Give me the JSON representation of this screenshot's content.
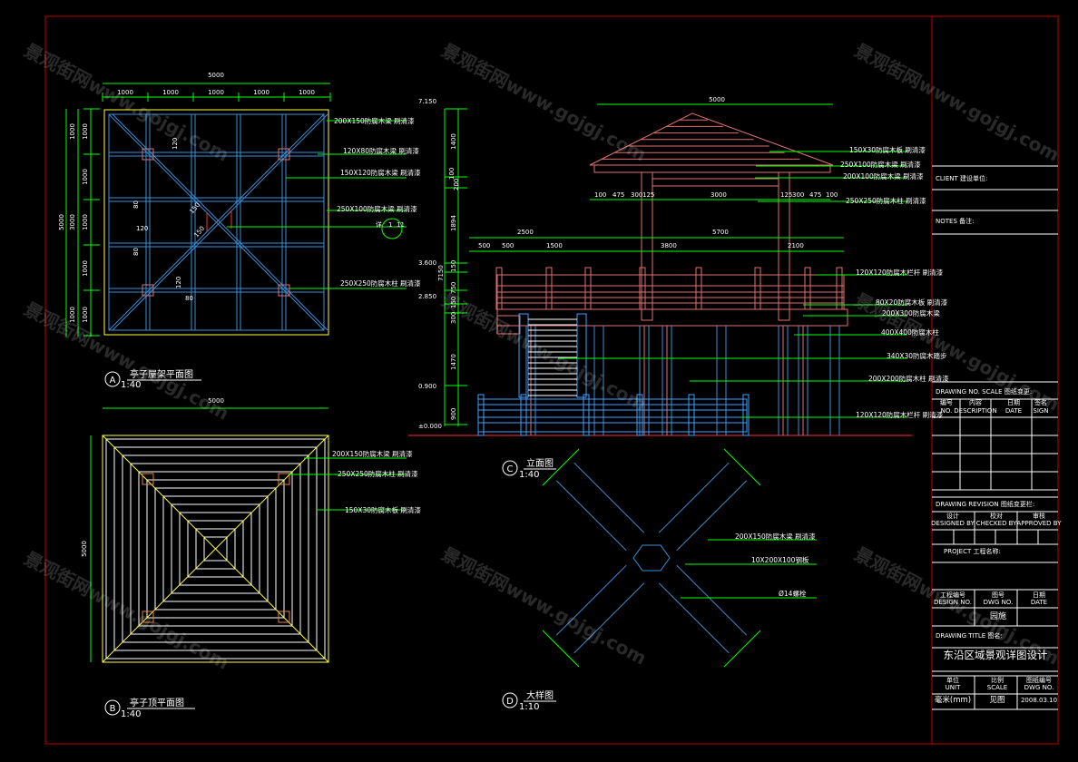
{
  "colors": {
    "frame": "#c00000",
    "dim": "#00ff00",
    "plan": "#3a8fd8",
    "wood": "#e07070",
    "yellow": "#ffff40",
    "white": "#ffffff",
    "cyan": "#40a0ff"
  },
  "watermark": "景观街网www.gojgj.com",
  "plan_a": {
    "marker": "A",
    "title": "亭子屋架平面图",
    "scale": "1:40",
    "dims_top": {
      "total": "5000",
      "parts": [
        "1000",
        "1000",
        "1000",
        "1000",
        "1000"
      ]
    },
    "dims_left": {
      "total": "5000",
      "mid": "3000",
      "outer": [
        "1000",
        "1000"
      ],
      "inner": [
        "1000",
        "1000",
        "1000",
        "1000",
        "1000"
      ]
    },
    "inner_dims": [
      "120",
      "80",
      "120",
      "80",
      "150",
      "150",
      "120",
      "80"
    ],
    "labels": [
      "200X150防腐木梁 刷清漆",
      "120X80防腐木梁 刷清漆",
      "150X120防腐木梁 刷清漆",
      "250X100防腐木梁 刷清漆",
      "250X250防腐木柱 刷清漆"
    ],
    "detail_ref": [
      "详",
      "1",
      "11"
    ]
  },
  "plan_b": {
    "marker": "B",
    "title": "亭子顶平面图",
    "scale": "1:40",
    "dims_top": "5000",
    "dims_left": "5000",
    "labels": [
      "200X150防腐木梁 刷清漆",
      "250X250防腐木柱 刷清漆",
      "150X30防腐木板 刷清漆"
    ]
  },
  "elevation_c": {
    "marker": "C",
    "title": "立面图",
    "scale": "1:40",
    "levels": [
      "7.150",
      "3.600",
      "2.850",
      "0.900",
      "±0.000"
    ],
    "vert_dims": [
      "1400",
      "100",
      "200",
      "1894",
      "7150",
      "150",
      "750",
      "150",
      "300",
      "1470",
      "900"
    ],
    "roof_dim": "5000",
    "roof_parts": [
      "100",
      "475",
      "300",
      "125",
      "3000",
      "125",
      "300",
      "475",
      "100"
    ],
    "deck_dims": {
      "left": "2500",
      "right": "5700",
      "parts": [
        "500",
        "500",
        "1500",
        "3800",
        "2100"
      ]
    },
    "labels": [
      "150X30防腐木板 刷清漆",
      "250X100防腐木梁 刷清漆",
      "200X100防腐木梁 刷清漆",
      "250X250防腐木柱 刷清漆",
      "120X120防腐木栏杆 刷清漆",
      "80X20防腐木板 刷清漆",
      "200X300防腐木梁",
      "400X400防腐木柱",
      "340X30防腐木踏步",
      "200X200防腐木柱 刷清漆",
      "120X120防腐木栏杆 刷清漆"
    ]
  },
  "detail_d": {
    "marker": "D",
    "title": "大样图",
    "scale": "1:10",
    "labels": [
      "200X150防腐木梁 刷清漆",
      "10X200X100钢板",
      "Ø14螺栓"
    ]
  },
  "title_block": {
    "rows": [
      "CLIENT 建设单位:",
      "NOTES 备注:",
      "DRAWING NO. SCALE 图纸变更:",
      "DRAWING REVISION 图纸变更栏:",
      "PROJECT 工程名称:",
      "DRAWING TITLE 图名:"
    ],
    "rev_headers": [
      [
        "编号",
        "NO."
      ],
      [
        "内容",
        "DESCRIPTION"
      ],
      [
        "日期",
        "DATE"
      ],
      [
        "签名",
        "SIGN"
      ]
    ],
    "sign_headers": [
      [
        "设计",
        "DESIGNED BY"
      ],
      [
        "校对",
        "CHECKED BY"
      ],
      [
        "审核",
        "APPROVED BY"
      ]
    ],
    "info_headers": [
      [
        "工程编号",
        "DESIGN NO."
      ],
      [
        "图号",
        "DWG NO."
      ],
      [
        "日期",
        "DATE"
      ]
    ],
    "dwg_no": "园施",
    "drawing_title": "东沿区域景观详图设计",
    "footer_headers": [
      [
        "单位",
        "UNIT"
      ],
      [
        "比例",
        "SCALE"
      ],
      [
        "图纸编号",
        "DWG NO."
      ]
    ],
    "footer_values": [
      "毫米(mm)",
      "见图",
      "2008.03.10"
    ]
  }
}
